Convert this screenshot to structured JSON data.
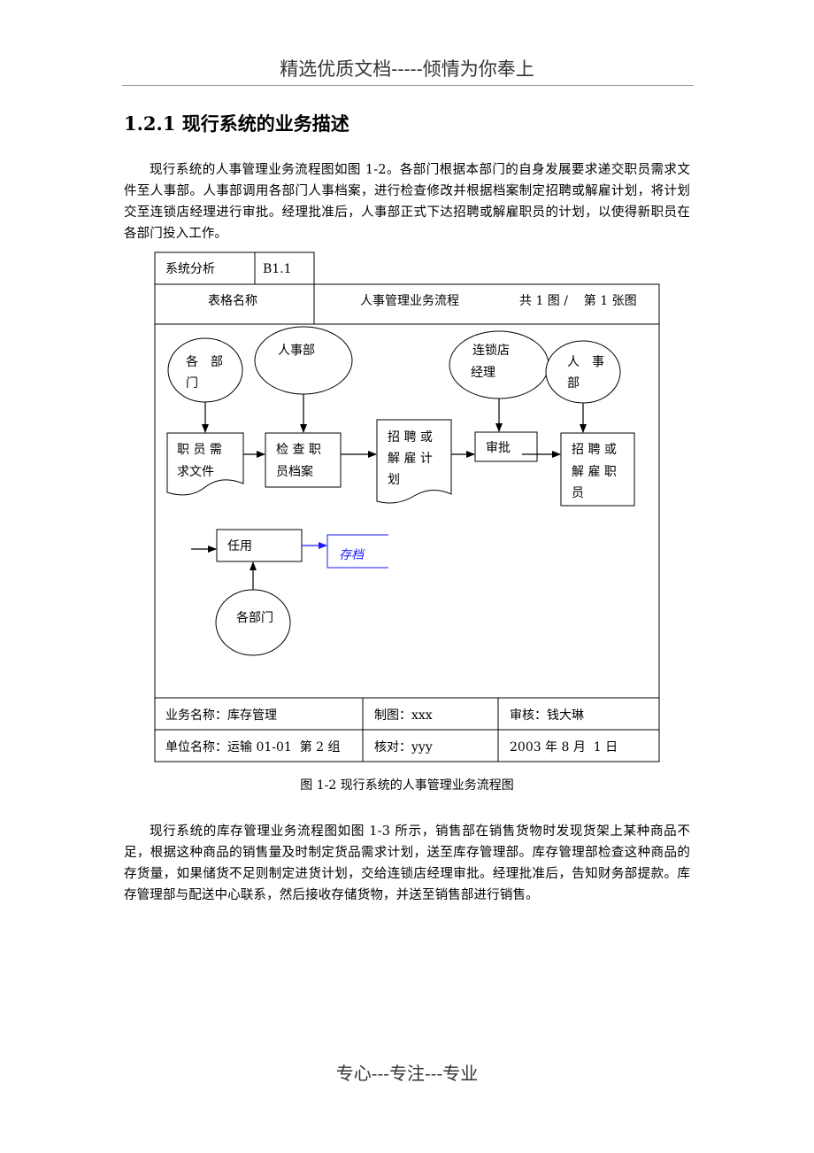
{
  "header": {
    "text": "精选优质文档-----倾情为你奉上"
  },
  "section_title": "1.2.1 现行系统的业务描述",
  "paragraph1": "现行系统的人事管理业务流程图如图 1-2。各部门根据本部门的自身发展要求递交职员需求文件至人事部。人事部调用各部门人事档案，进行检查修改并根据档案制定招聘或解雇计划，将计划交至连锁店经理进行审批。经理批准后，人事部正式下达招聘或解雇职员的计划，以使得新职员在各部门投入工作。",
  "form": {
    "system_label": "系统分析",
    "system_code": "B1.1",
    "form_name_label": "表格名称",
    "form_name_value": "人事管理业务流程",
    "page_info": "共 1 图 /    第 1 张图",
    "business_name": "业务名称：库存管理",
    "drawn_by": "制图：xxx",
    "reviewed_by": "审核：钱大琳",
    "unit_name": "单位名称：运输 01-01  第 2 组",
    "checked_by": "核对：yyy",
    "date": "2003 年 8 月  1 日"
  },
  "diagram": {
    "dept1_line1": "各　部",
    "dept1_line2": "门",
    "hr1": "人事部",
    "manager_line1": "连锁店",
    "manager_line2": "经理",
    "hr2_line1": "人　事",
    "hr2_line2": "部",
    "doc_staff_line1": "职 员 需",
    "doc_staff_line2": "求文件",
    "check_line1": "检 查 职",
    "check_line2": "员档案",
    "plan_line1": "招 聘 或",
    "plan_line2": "解 雇 计",
    "plan_line3": "划",
    "approve": "审批",
    "issue_line1": "招 聘 或",
    "issue_line2": "解 雇 职",
    "issue_line3": "员",
    "hire": "任用",
    "archive": "存档",
    "dept3": "各部门",
    "archive_color": "#1a1aff"
  },
  "caption": "图 1-2 现行系统的人事管理业务流程图",
  "paragraph2": "现行系统的库存管理业务流程图如图 1-3 所示，销售部在销售货物时发现货架上某种商品不足，根据这种商品的销售量及时制定货品需求计划，送至库存管理部。库存管理部检查这种商品的存货量，如果储货不足则制定进货计划，交给连锁店经理审批。经理批准后，告知财务部提款。库存管理部与配送中心联系，然后接收存储货物，并送至销售部进行销售。",
  "footer": "专心---专注---专业"
}
